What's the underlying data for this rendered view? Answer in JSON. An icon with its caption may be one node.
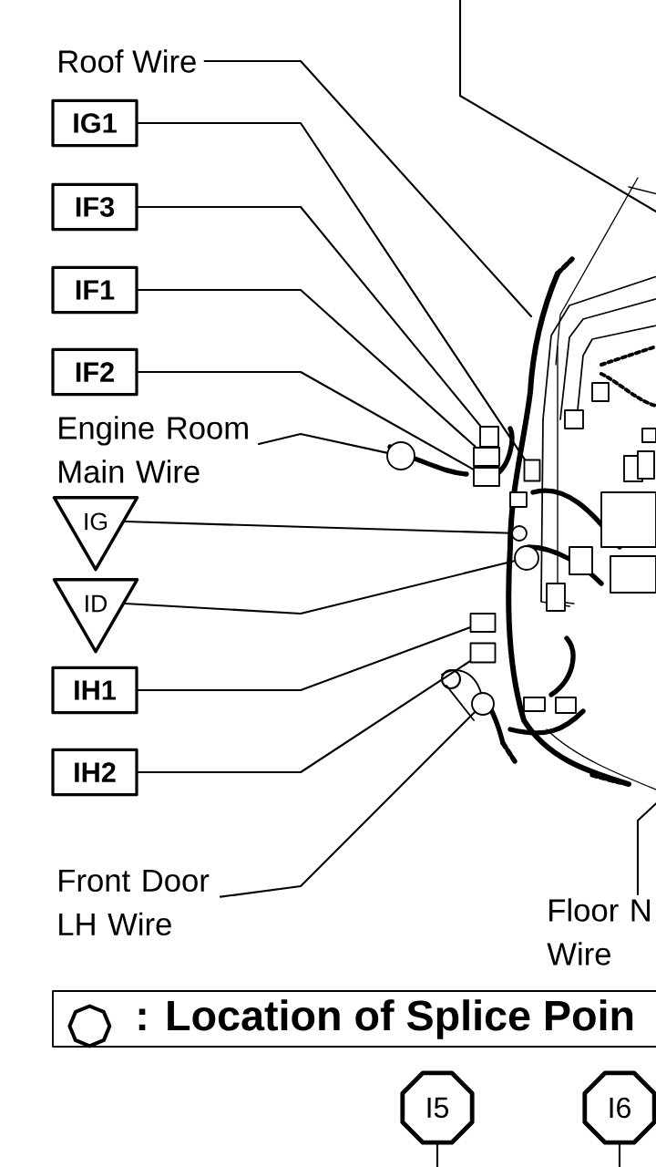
{
  "diagram": {
    "nodes": [
      {
        "text": [
          "Roof Wire"
        ]
      },
      {
        "text": [
          "IG1"
        ]
      },
      {
        "text": [
          "IF3"
        ]
      },
      {
        "text": [
          "IF1"
        ]
      },
      {
        "text": [
          "IF2"
        ]
      },
      {
        "text": [
          "Engine Room Main Wire"
        ]
      },
      {
        "text": [
          "IG"
        ]
      },
      {
        "text": [
          "ID"
        ]
      },
      {
        "text": [
          "IH1"
        ]
      },
      {
        "text": [
          "IH2"
        ]
      },
      {
        "text": [
          "Front Door LH Wire"
        ]
      },
      {
        "text": [
          "Floor N Wire"
        ]
      },
      {
        "text": [
          ": Location of Splice Poin"
        ]
      },
      {
        "text": [
          "I5"
        ]
      },
      {
        "text": [
          "I6"
        ]
      },
      {
        "text": [],
        "shape": "box"
      },
      {
        "text": [],
        "shape": "box"
      },
      {
        "text": [],
        "shape": "box"
      },
      {
        "text": [],
        "shape": "box"
      },
      {
        "text": [],
        "shape": "circle"
      },
      {
        "text": [],
        "shape": "circle"
      },
      {
        "text": [],
        "shape": "box"
      },
      {
        "text": [],
        "shape": "box"
      },
      {
        "text": [],
        "shape": "circle"
      },
      {
        "text": [],
        "shape": "circle"
      }
    ],
    "edges": [
      {
        "from": 0,
        "to": null,
        "arrow": "none"
      },
      {
        "from": 1,
        "to": 17,
        "arrow": "none"
      },
      {
        "from": 2,
        "to": 15,
        "arrow": "none"
      },
      {
        "from": 3,
        "to": 16,
        "arrow": "none"
      },
      {
        "from": 4,
        "to": 18,
        "arrow": "none"
      },
      {
        "from": 5,
        "to": 24,
        "arrow": "none"
      },
      {
        "from": 6,
        "to": 19,
        "arrow": "none"
      },
      {
        "from": 7,
        "to": 20,
        "arrow": "none"
      },
      {
        "from": 8,
        "to": 21,
        "arrow": "none"
      },
      {
        "from": 9,
        "to": 22,
        "arrow": "none"
      },
      {
        "from": 10,
        "to": 23,
        "arrow": "none"
      },
      {
        "from": 11,
        "to": null,
        "arrow": "none"
      },
      {
        "from": 13,
        "to": null,
        "arrow": "none"
      },
      {
        "from": 14,
        "to": null,
        "arrow": "none"
      }
    ]
  }
}
